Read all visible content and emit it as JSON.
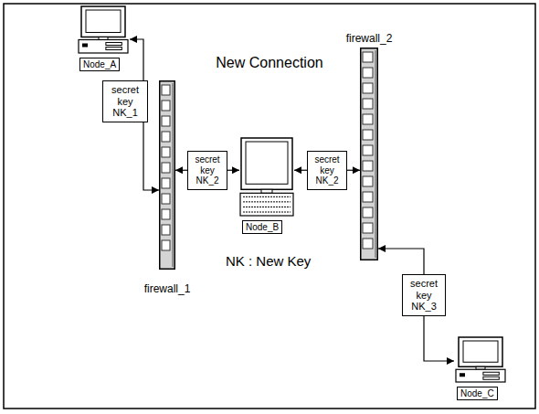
{
  "diagram": {
    "title": "New Connection",
    "nodes": [
      {
        "text": [
          "Node_A"
        ]
      },
      {
        "text": [
          "secret key NK_1"
        ]
      },
      {
        "text": [
          "firewall_1"
        ]
      },
      {
        "text": [
          "secret key NK_2"
        ]
      },
      {
        "text": [
          "Node_B"
        ]
      },
      {
        "text": [
          "secret key NK_2"
        ]
      },
      {
        "text": [
          "firewall_2"
        ]
      },
      {
        "text": [
          "secret key NK_3"
        ]
      },
      {
        "text": [
          "Node_C"
        ]
      }
    ],
    "edges": [
      {
        "from": 1,
        "to": 0,
        "arrow": "to"
      },
      {
        "from": 1,
        "to": 2,
        "arrow": "to"
      },
      {
        "from": 3,
        "to": 2,
        "arrow": "to"
      },
      {
        "from": 3,
        "to": 4,
        "arrow": "to"
      },
      {
        "from": 5,
        "to": 4,
        "arrow": "to"
      },
      {
        "from": 5,
        "to": 6,
        "arrow": "to"
      },
      {
        "from": 7,
        "to": 6,
        "arrow": "to"
      },
      {
        "from": 7,
        "to": 8,
        "arrow": "to"
      }
    ],
    "labels": [
      "NK : New Key"
    ]
  }
}
